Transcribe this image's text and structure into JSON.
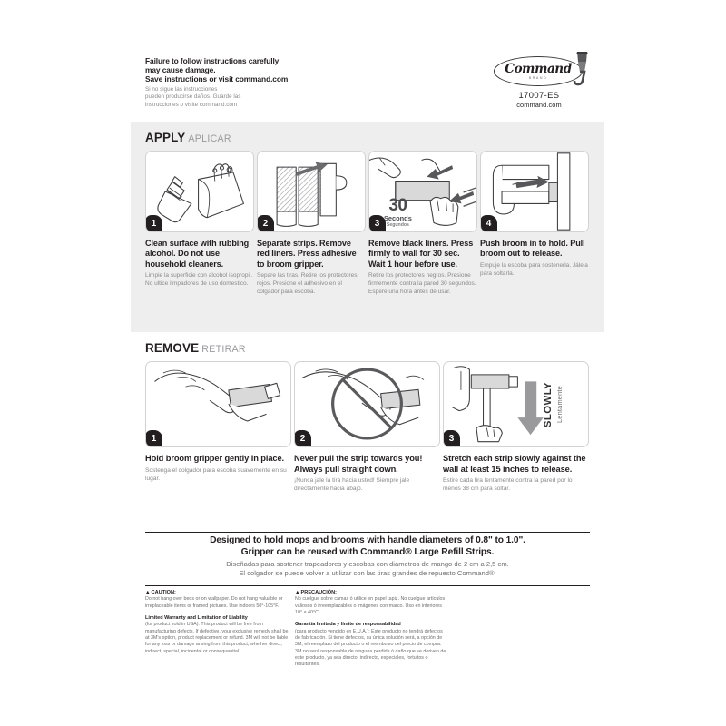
{
  "header": {
    "warning_en_line1": "Failure to follow instructions carefully",
    "warning_en_line2": "may cause damage.",
    "warning_en_line3": "Save instructions or visit command.com",
    "warning_es_line1": "Si no sigue las instrucciones",
    "warning_es_line2": "pueden producirse daños. Guarde las",
    "warning_es_line3": "instrucciones o visite command.com"
  },
  "logo": {
    "word": "Command",
    "brand": "BRAND",
    "code": "17007-ES",
    "url": "command.com"
  },
  "apply": {
    "title_en": "APPLY",
    "title_es": "APLICAR",
    "steps": [
      {
        "number": "1",
        "en": "Clean surface with rubbing alcohol. Do not use household cleaners.",
        "es": "Limpie la superficie con alcohol isopropil. No ultice limpadores de uso domestico."
      },
      {
        "number": "2",
        "en": "Separate strips. Remove red liners. Press adhesive to broom gripper.",
        "es": "Separe las tiras. Retire los protectores rojos. Presione el adhesivo en el colgador para escoba."
      },
      {
        "number": "3",
        "en": "Remove black liners. Press firmly to wall for 30 sec. Wait 1 hour before use.",
        "es": "Retire los protectores negros. Presione firmemente contra la pared 30 segundos. Espere una hora antes de usar.",
        "overlay_number": "30",
        "overlay_en": "Seconds",
        "overlay_es": "Segundos"
      },
      {
        "number": "4",
        "en": "Push broom in to hold. Pull broom out to release.",
        "es": "Empuje la escoba para sostenerla. Jálela para soltarla."
      }
    ]
  },
  "remove": {
    "title_en": "REMOVE",
    "title_es": "RETIRAR",
    "steps": [
      {
        "number": "1",
        "en": "Hold broom gripper gently in place.",
        "es": "Sostenga el colgador para escoba suavemente en su lugar."
      },
      {
        "number": "2",
        "en": "Never pull the strip towards you! Always pull straight down.",
        "es": "¡Nunca jale la tira hacia usted! Siempre jale directamente hacia abajo."
      },
      {
        "number": "3",
        "en": "Stretch each strip slowly against the wall at least 15 inches to release.",
        "es": "Estire cada tira lentamente contra la pared por lo menos 38 cm para soltar.",
        "overlay_en": "SLOWLY",
        "overlay_es": "Lentamente"
      }
    ]
  },
  "designed": {
    "en_line1": "Designed to hold mops and brooms with handle diameters of 0.8\" to 1.0\".",
    "en_line2": "Gripper can be reused with Command® Large Refill Strips.",
    "es_line1": "Diseñadas para sostener trapeadores y escobas con diámetros de mango de 2 cm a 2,5 cm.",
    "es_line2": "El colgador se puede volver a utilizar con las tiras grandes de repuesto Command®."
  },
  "fineprint": {
    "caution_en": {
      "label": "CAUTION:",
      "body": "Do not hang over beds or on wallpaper. Do not hang valuable or irreplaceable items or framed pictures. Use indoors 50°-105°F."
    },
    "warranty_en": {
      "heading": "Limited Warranty and Limitation of Liability",
      "body": "(for product sold in USA): This product will be free from manufacturing defects. If defective, your exclusive remedy shall be, at 3M's option, product replacement or refund. 3M will not be liable for any loss or damage arising from this product, whether direct, indirect, special, incidental or consequential."
    },
    "caution_es": {
      "label": "PRECAUCIÓN:",
      "body": "No cuelgue sobre camas ó utilice en papel tapiz. No cuelgue artículos valiosos ó irreemplazables o imágenes con marco. Uso en interiores 10° a 40°C"
    },
    "warranty_es": {
      "heading": "Garantía limitada y límite de responsabilidad",
      "body": "(para producto vendido en E.U.A.): Este producto no tendrá defectos de fabricación. Si tiene defectos, su única solución será, a opción de 3M, el reemplazo del producto o el reembolso del precio de compra. 3M no será responsable de ninguna pérdida ó daño que se deriven de este producto, ya sea directo, indirecto, especiales, fortuitos o resultantes."
    }
  },
  "colors": {
    "ink": "#231f20",
    "muted": "#8a8a8d",
    "panel_bg": "#eeeeee",
    "badge": "#231f20"
  }
}
